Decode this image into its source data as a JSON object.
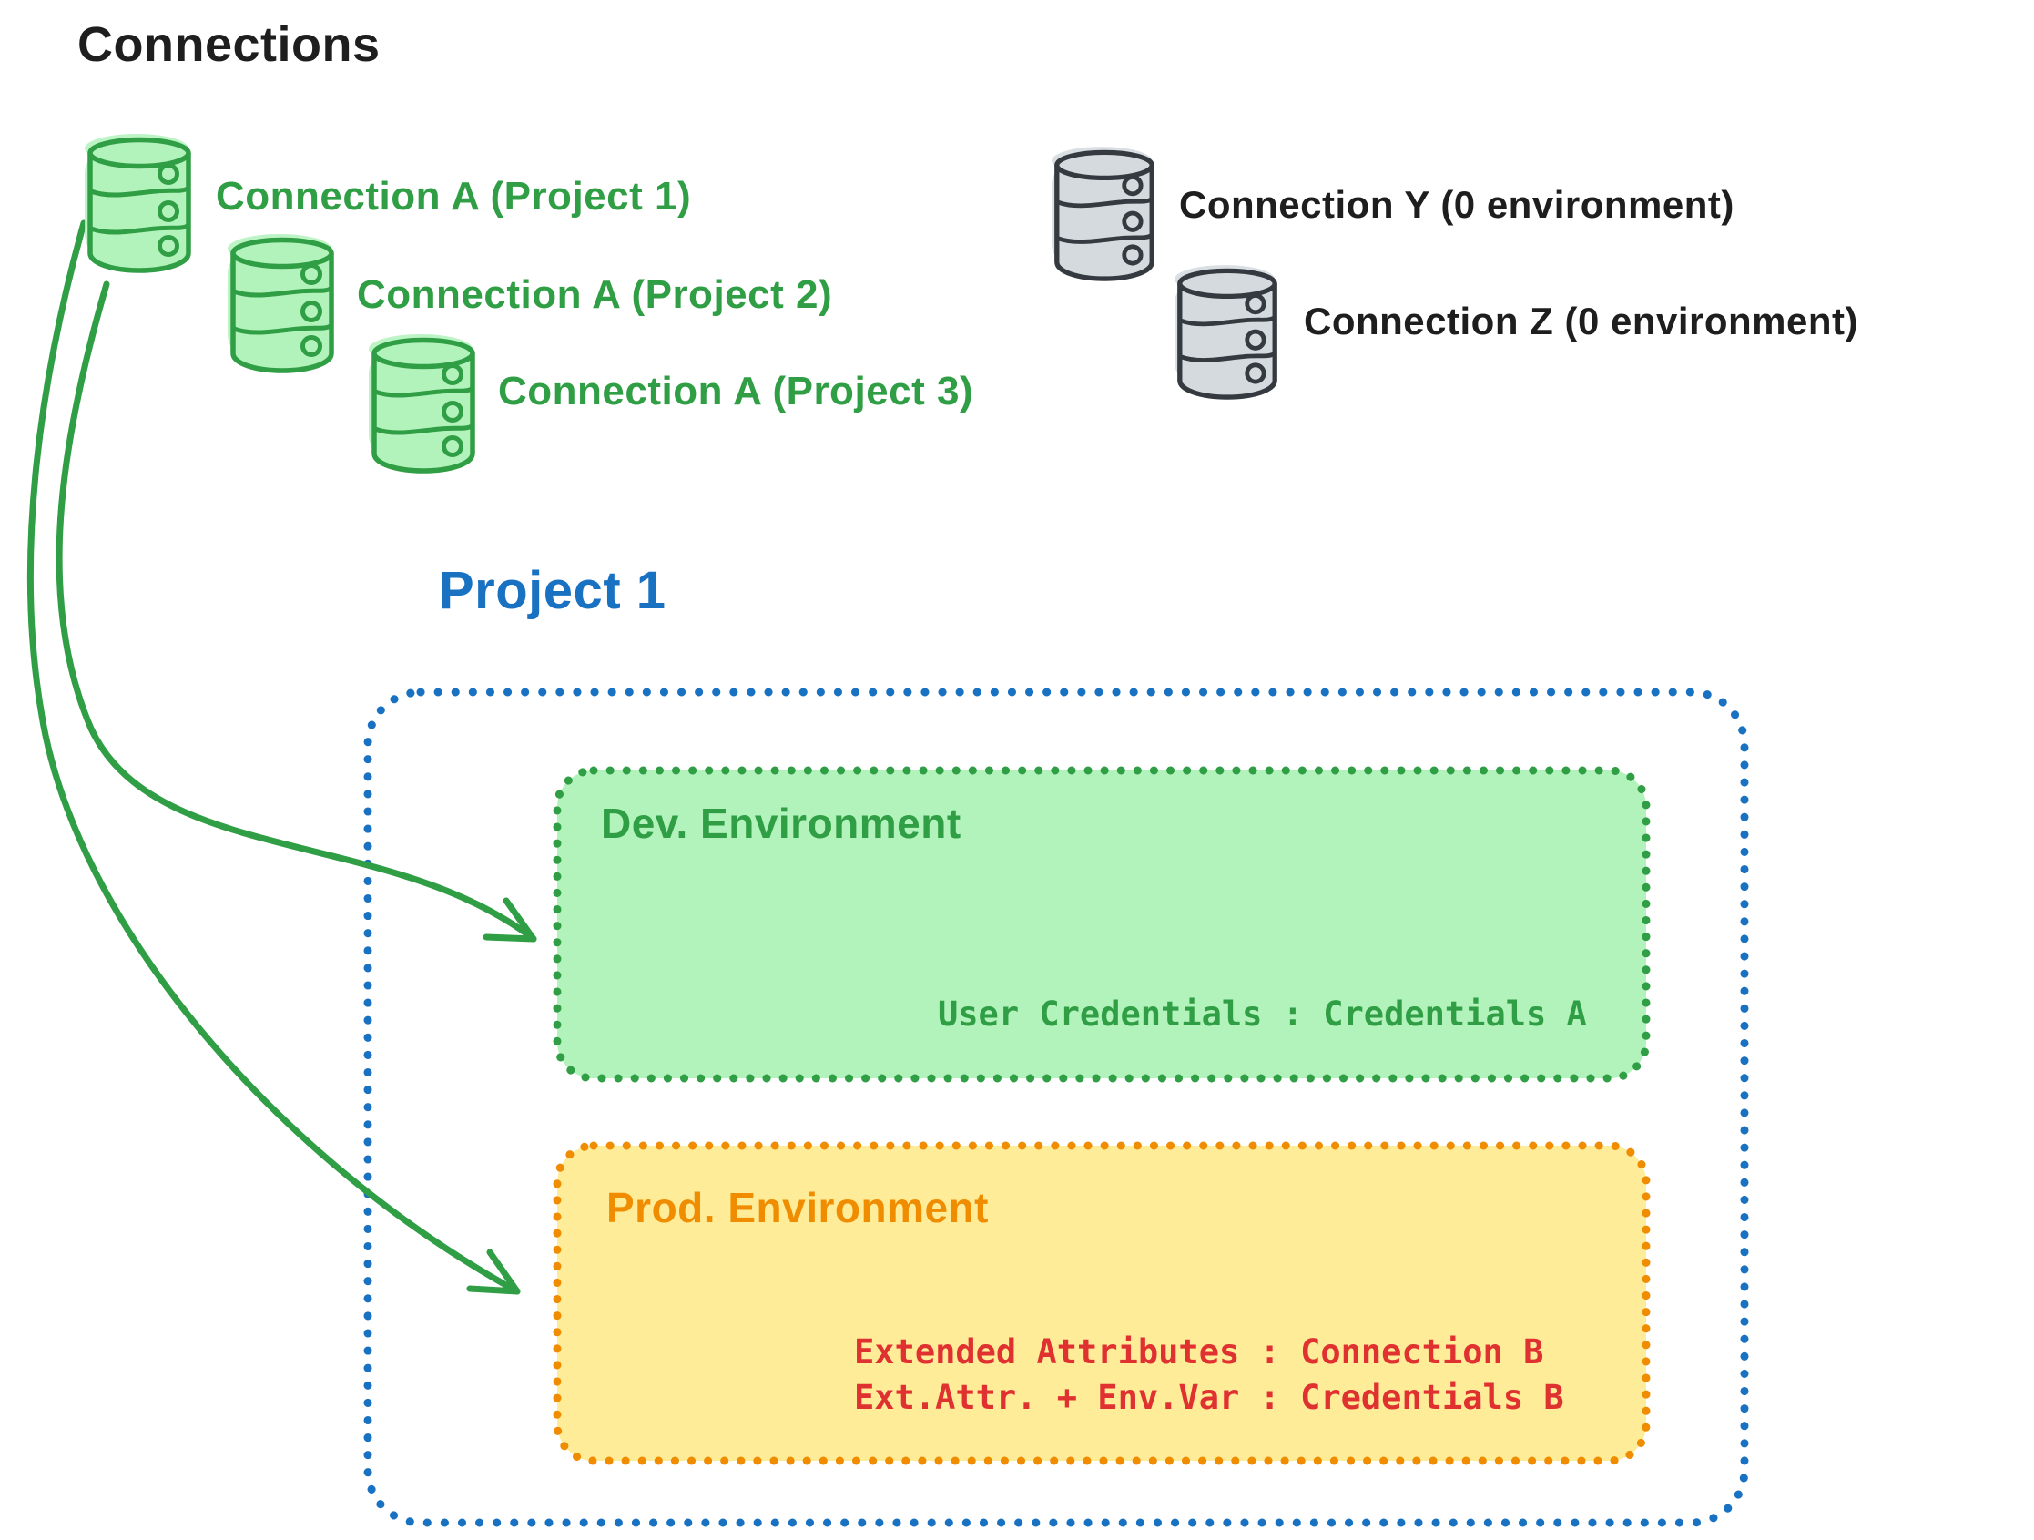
{
  "title": "Connections",
  "colors": {
    "ink": "#1e1e1e",
    "green": "#2f9e44",
    "green_fill": "#b2f2bb",
    "gray_fill": "#d5dade",
    "gray_stroke": "#343a40",
    "blue": "#1971c2",
    "orange": "#f08c00",
    "yellow_fill": "#ffec99",
    "red": "#e03131"
  },
  "icons": {
    "database": "database-icon",
    "arrow": "curved-arrow"
  },
  "project_connections": [
    {
      "label": "Connection A (Project 1)",
      "icon": "database-icon"
    },
    {
      "label": "Connection A (Project 2)",
      "icon": "database-icon"
    },
    {
      "label": "Connection A (Project 3)",
      "icon": "database-icon"
    }
  ],
  "unassigned_connections": [
    {
      "label": "Connection Y (0 environment)",
      "icon": "database-icon"
    },
    {
      "label": "Connection Z (0 environment)",
      "icon": "database-icon"
    }
  ],
  "project": {
    "title": "Project 1",
    "environments": [
      {
        "name": "Dev. Environment",
        "mappings": [
          "User Credentials : Credentials A"
        ]
      },
      {
        "name": "Prod. Environment",
        "mappings": [
          "Extended Attributes : Connection B",
          "Ext.Attr. + Env.Var : Credentials B"
        ]
      }
    ]
  }
}
